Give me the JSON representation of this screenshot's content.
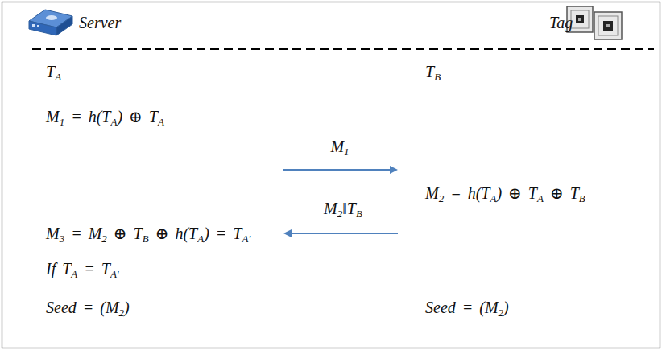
{
  "diagram": {
    "labels": [
      "Server",
      "Tag",
      "TA",
      "TB",
      "M1 = h(TA) ⊕ TA",
      "M1",
      "M2 = h(TA) ⊕ TA ⊕ TB",
      "M2‖TB",
      "M3 = M2 ⊕ TB ⊕ h(TA) = TA'",
      "If TA = TA'",
      "Seed = (M2)",
      "Seed = (M2)"
    ]
  }
}
